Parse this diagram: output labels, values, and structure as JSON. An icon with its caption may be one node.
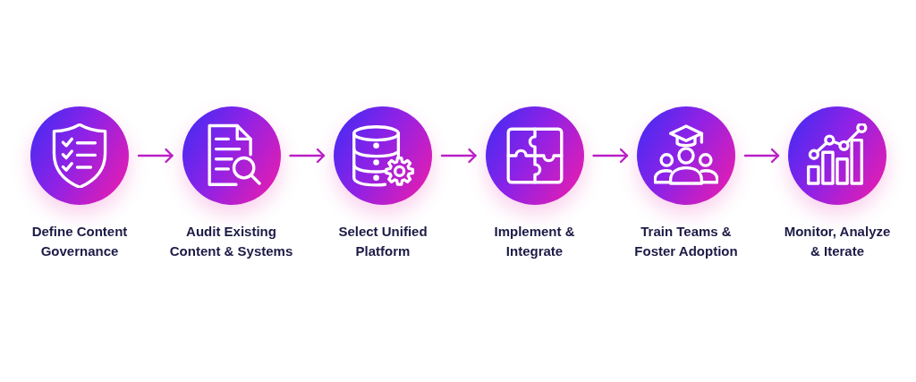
{
  "diagram": {
    "nodes": [
      {
        "text": [
          "Define Content Governance"
        ]
      },
      {
        "text": [
          "Audit Existing Content & Systems"
        ]
      },
      {
        "text": [
          "Select Unified Platform"
        ]
      },
      {
        "text": [
          "Implement & Integrate"
        ]
      },
      {
        "text": [
          "Train Teams & Foster Adoption"
        ]
      },
      {
        "text": [
          "Monitor, Analyze & Iterate"
        ]
      }
    ],
    "edges": [
      {
        "from": 0,
        "to": 1,
        "arrow": "to"
      },
      {
        "from": 1,
        "to": 2,
        "arrow": "to"
      },
      {
        "from": 2,
        "to": 3,
        "arrow": "to"
      },
      {
        "from": 3,
        "to": 4,
        "arrow": "to"
      },
      {
        "from": 4,
        "to": 5,
        "arrow": "to"
      }
    ]
  }
}
